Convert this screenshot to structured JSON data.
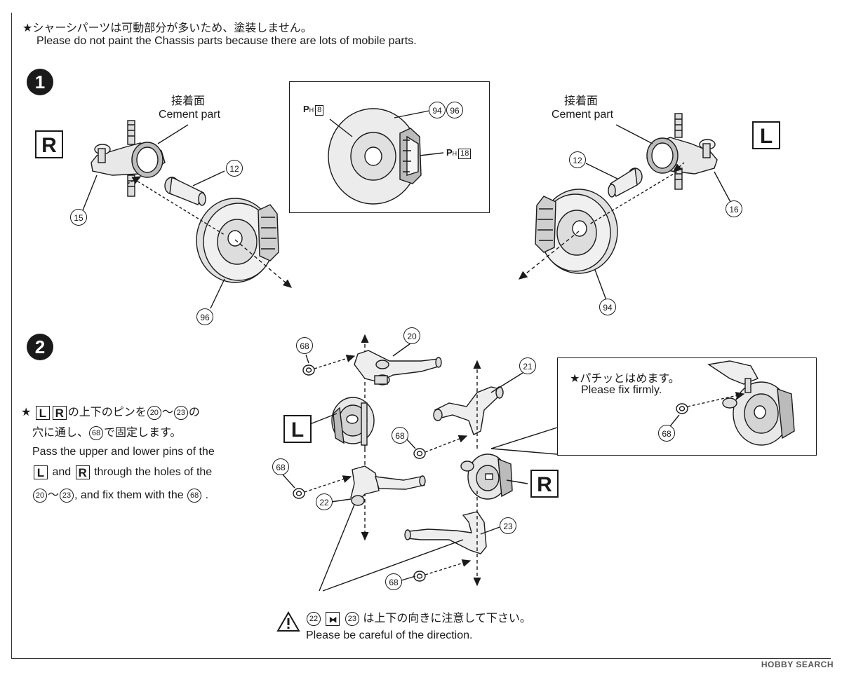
{
  "header": {
    "note_jp": "★シャーシパーツは可動部分が多いため、塗装しません。",
    "note_en": "Please do not paint the Chassis parts because there are lots of mobile parts."
  },
  "step1": {
    "number": "1",
    "left": {
      "side_letter": "R",
      "cement_jp": "接着面",
      "cement_en": "Cement part",
      "parts": [
        "15",
        "12",
        "96"
      ]
    },
    "right": {
      "side_letter": "L",
      "cement_jp": "接着面",
      "cement_en": "Cement part",
      "parts": [
        "12",
        "16",
        "94"
      ]
    },
    "inset": {
      "ph_prefix": "P",
      "ph_sub": "H",
      "ph_disc_num": "8",
      "ph_caliper_num": "18",
      "parts": [
        "94",
        "96"
      ]
    }
  },
  "step2": {
    "number": "2",
    "instruction_line1": [
      "★",
      "L",
      "R",
      "の上下のピンを",
      "20",
      "〜",
      "23",
      "の"
    ],
    "instruction_line2": [
      "穴に通し、",
      "68",
      "で固定します。"
    ],
    "instruction_en1": "Pass the upper and lower pins of the",
    "instruction_en2": [
      "L",
      "and",
      "R",
      "through the holes of the"
    ],
    "instruction_en3": [
      "20",
      "〜",
      "23",
      ", and fix them with the",
      "68",
      "."
    ],
    "side_left": "L",
    "side_right": "R",
    "parts": [
      "68",
      "20",
      "21",
      "68",
      "68",
      "22",
      "23",
      "68"
    ],
    "inset_jp": "★パチッとはめます。",
    "inset_en": "Please fix firmly.",
    "inset_part": "68",
    "warning_parts": [
      "22",
      "23"
    ],
    "warning_jp": "は上下の向きに注意して下さい。",
    "warning_en": "Please be careful of the direction."
  },
  "footer": {
    "brand": "HOBBY SEARCH"
  }
}
